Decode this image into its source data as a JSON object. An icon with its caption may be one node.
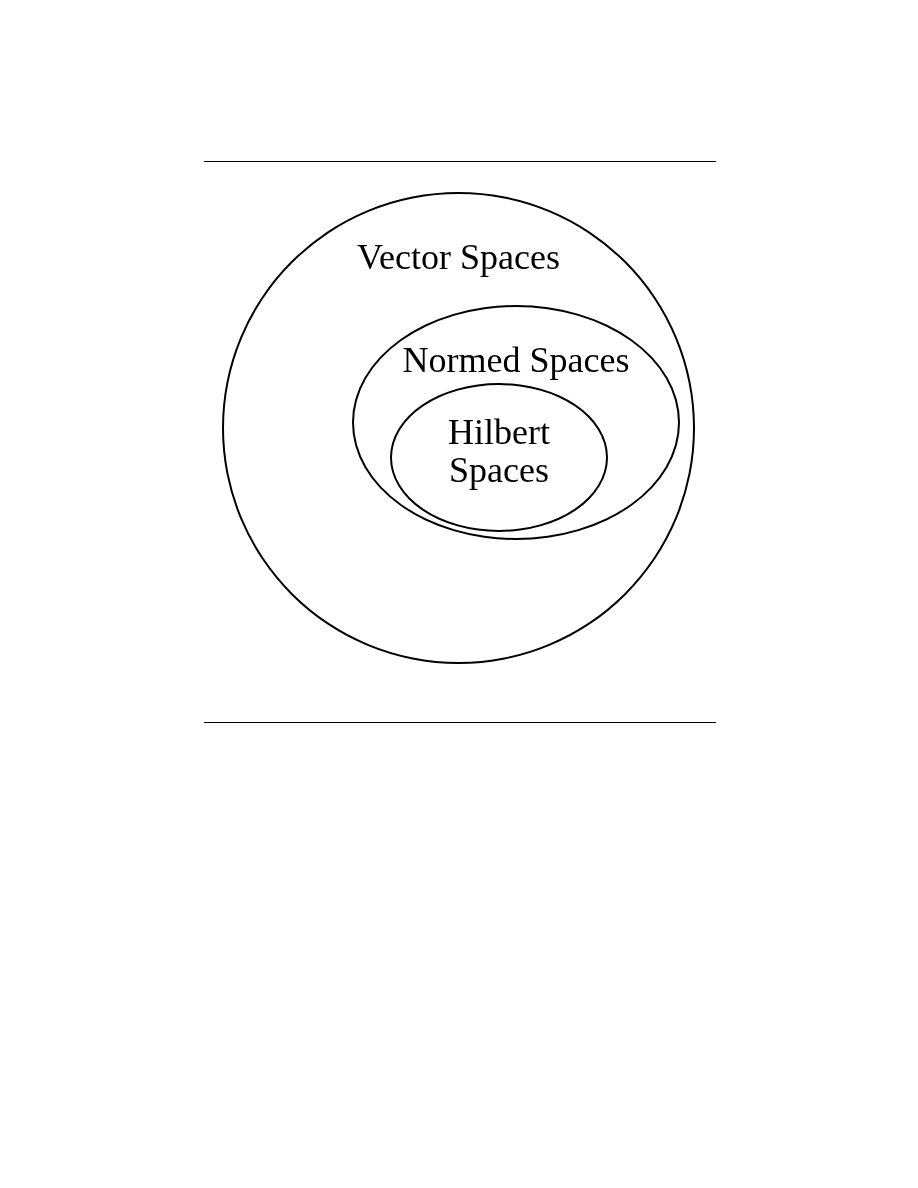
{
  "diagram": {
    "nodes": [
      {
        "text": [
          "Vector Spaces"
        ]
      },
      {
        "text": [
          "Normed Spaces"
        ],
        "in": 0
      },
      {
        "text": [
          "Hilbert Spaces"
        ],
        "in": 1
      }
    ]
  }
}
